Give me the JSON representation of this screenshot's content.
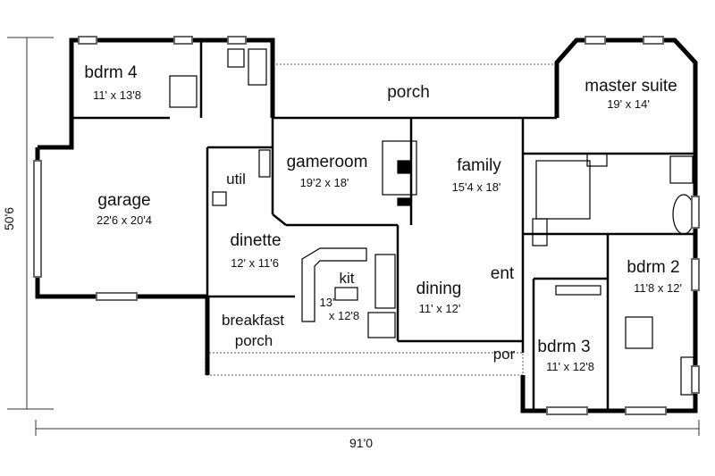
{
  "plan": {
    "overall_width": "91'0",
    "overall_depth": "50'6",
    "rooms": [
      {
        "name": "bdrm 4",
        "size": "11' x 13'8"
      },
      {
        "name": "porch",
        "size": ""
      },
      {
        "name": "master suite",
        "size": "19' x 14'"
      },
      {
        "name": "gameroom",
        "size": "19'2 x 18'"
      },
      {
        "name": "family",
        "size": "15'4 x 18'"
      },
      {
        "name": "util",
        "size": ""
      },
      {
        "name": "garage",
        "size": "22'6 x 20'4"
      },
      {
        "name": "dinette",
        "size": "12' x 11'6"
      },
      {
        "name": "kit",
        "size": ""
      },
      {
        "name": "dining",
        "size": "11' x 12'"
      },
      {
        "name": "ent",
        "size": ""
      },
      {
        "name": "bdrm 2",
        "size": "11'8 x 12'"
      },
      {
        "name": "bdrm 3",
        "size": "11' x 12'8"
      },
      {
        "name": "breakfast",
        "size": ""
      },
      {
        "name": "porch",
        "size": ""
      },
      {
        "name": "por",
        "size": ""
      }
    ],
    "kitchen_dim_1": "13'",
    "kitchen_dim_2": "x 12'8"
  }
}
